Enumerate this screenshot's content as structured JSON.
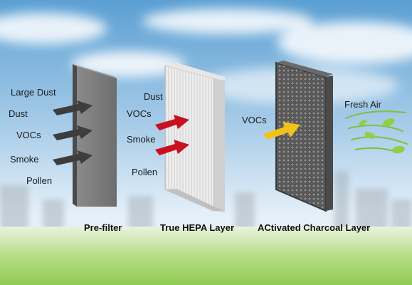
{
  "stages": [
    {
      "id": "prefilter",
      "caption": "Pre-filter",
      "inputs": [
        "Large Dust",
        "Dust",
        "VOCs",
        "Smoke",
        "Pollen"
      ],
      "arrow_color": "#4a4a4a"
    },
    {
      "id": "hepa",
      "caption": "True HEPA Layer",
      "inputs": [
        "Dust",
        "VOCs",
        "Smoke",
        "Pollen"
      ],
      "arrow_color": "#c8101e"
    },
    {
      "id": "charcoal",
      "caption": "ACtivated Charcoal Layer",
      "inputs": [
        "VOCs"
      ],
      "arrow_color": "#f2c21b"
    }
  ],
  "output": {
    "label": "Fresh Air",
    "icon": "leaves-airflow-icon",
    "color": "#7cc13a"
  },
  "colors": {
    "sky_top": "#5b9fd3",
    "sky_bottom": "#eef5fb",
    "grass": "#9fd36a"
  }
}
